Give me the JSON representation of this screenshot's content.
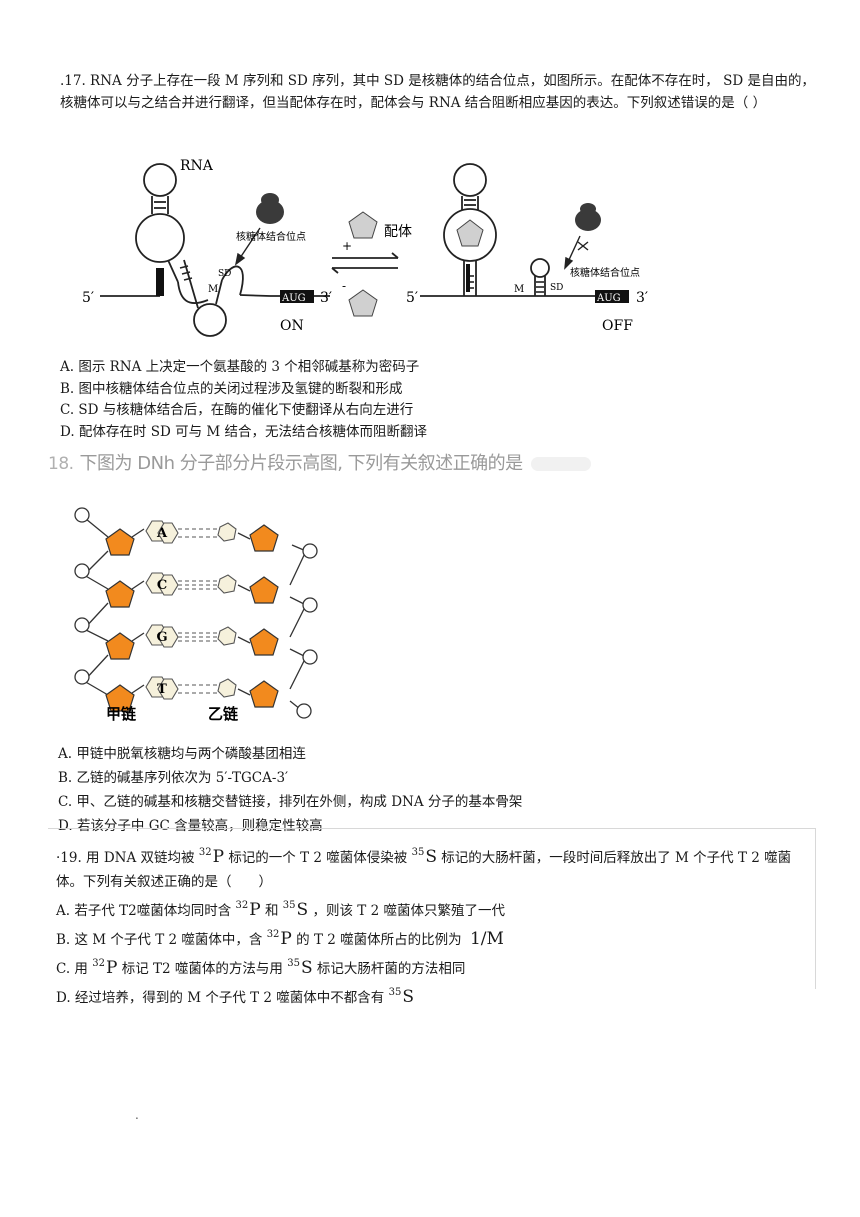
{
  "q17": {
    "text": ".17. RNA 分子上存在一段 M 序列和 SD 序列，其中 SD 是核糖体的结合位点，如图所示。在配体不存在时， SD 是自由的，核糖体可以与之结合并进行翻译，但当配体存在时，配体会与 RNA 结合阻断相应基因的表达。下列叙述错误的是（ ）",
    "figure": {
      "rna": "RNA",
      "ligand": "配体",
      "site": "核糖体结合位点",
      "site2": "核糖体结合位点",
      "sd": "SD",
      "sd2": "SD",
      "m": "M",
      "m2": "M",
      "five": "5′",
      "five2": "5′",
      "three": "3′",
      "three2": "3′",
      "aug": "AUG",
      "aug2": "AUG",
      "on": "ON",
      "off": "OFF",
      "plus": "+",
      "minus": "-"
    },
    "options": [
      "A. 图示 RNA 上决定一个氨基酸的 3 个相邻碱基称为密码子",
      "B. 图中核糖体结合位点的关闭过程涉及氢键的断裂和形成",
      "C. SD 与核糖体结合后，在酶的催化下使翻译从右向左进行",
      "D. 配体存在时 SD 可与 M 结合，无法结合核糖体而阻断翻译"
    ]
  },
  "q18": {
    "number": "18.",
    "title": "下图为 DNh 分子部分片段示高图, 下列有关叙述正确的是",
    "figure": {
      "bases": [
        "A",
        "C",
        "G",
        "T"
      ],
      "left_chain": "甲链",
      "right_chain": "乙链"
    },
    "options": [
      "A. 甲链中脱氧核糖均与两个磷酸基团相连",
      "B. 乙链的碱基序列依次为 5′-TGCA-3′",
      "C. 甲、乙链的碱基和核糖交替链接，排列在外侧，构成 DNA 分子的基本骨架",
      "D. 若该分子中 GC 含量较高，则稳定性较高"
    ]
  },
  "q19": {
    "p1": "·19. 用 DNA 双链均被",
    "p2": "标记的一个 T 2 噬菌体侵染被",
    "p3": "标记的大肠杆菌，一段时间后释放出了 M 个子代 T 2 噬菌体。下列有关叙述正确的是（　　）",
    "iso_p_mass": "32",
    "iso_p_sym": "P",
    "iso_s_mass": "35",
    "iso_s_sym": "S",
    "a1": "A. 若子代 T2噬菌体均同时含",
    "a2": "和",
    "a3": "，则该 T 2 噬菌体只繁殖了一代",
    "b1": "B. 这 M 个子代 T 2 噬菌体中，含",
    "b2": "的 T 2 噬菌体所占的比例为",
    "b_frac": "1/M",
    "c1": "C. 用",
    "c2": "标记 T2 噬菌体的方法与用",
    "c3": "标记大肠杆菌的方法相同",
    "d1": "D. 经过培养，得到的 M 个子代 T 2 噬菌体中不都含有"
  },
  "footer_dot": "."
}
